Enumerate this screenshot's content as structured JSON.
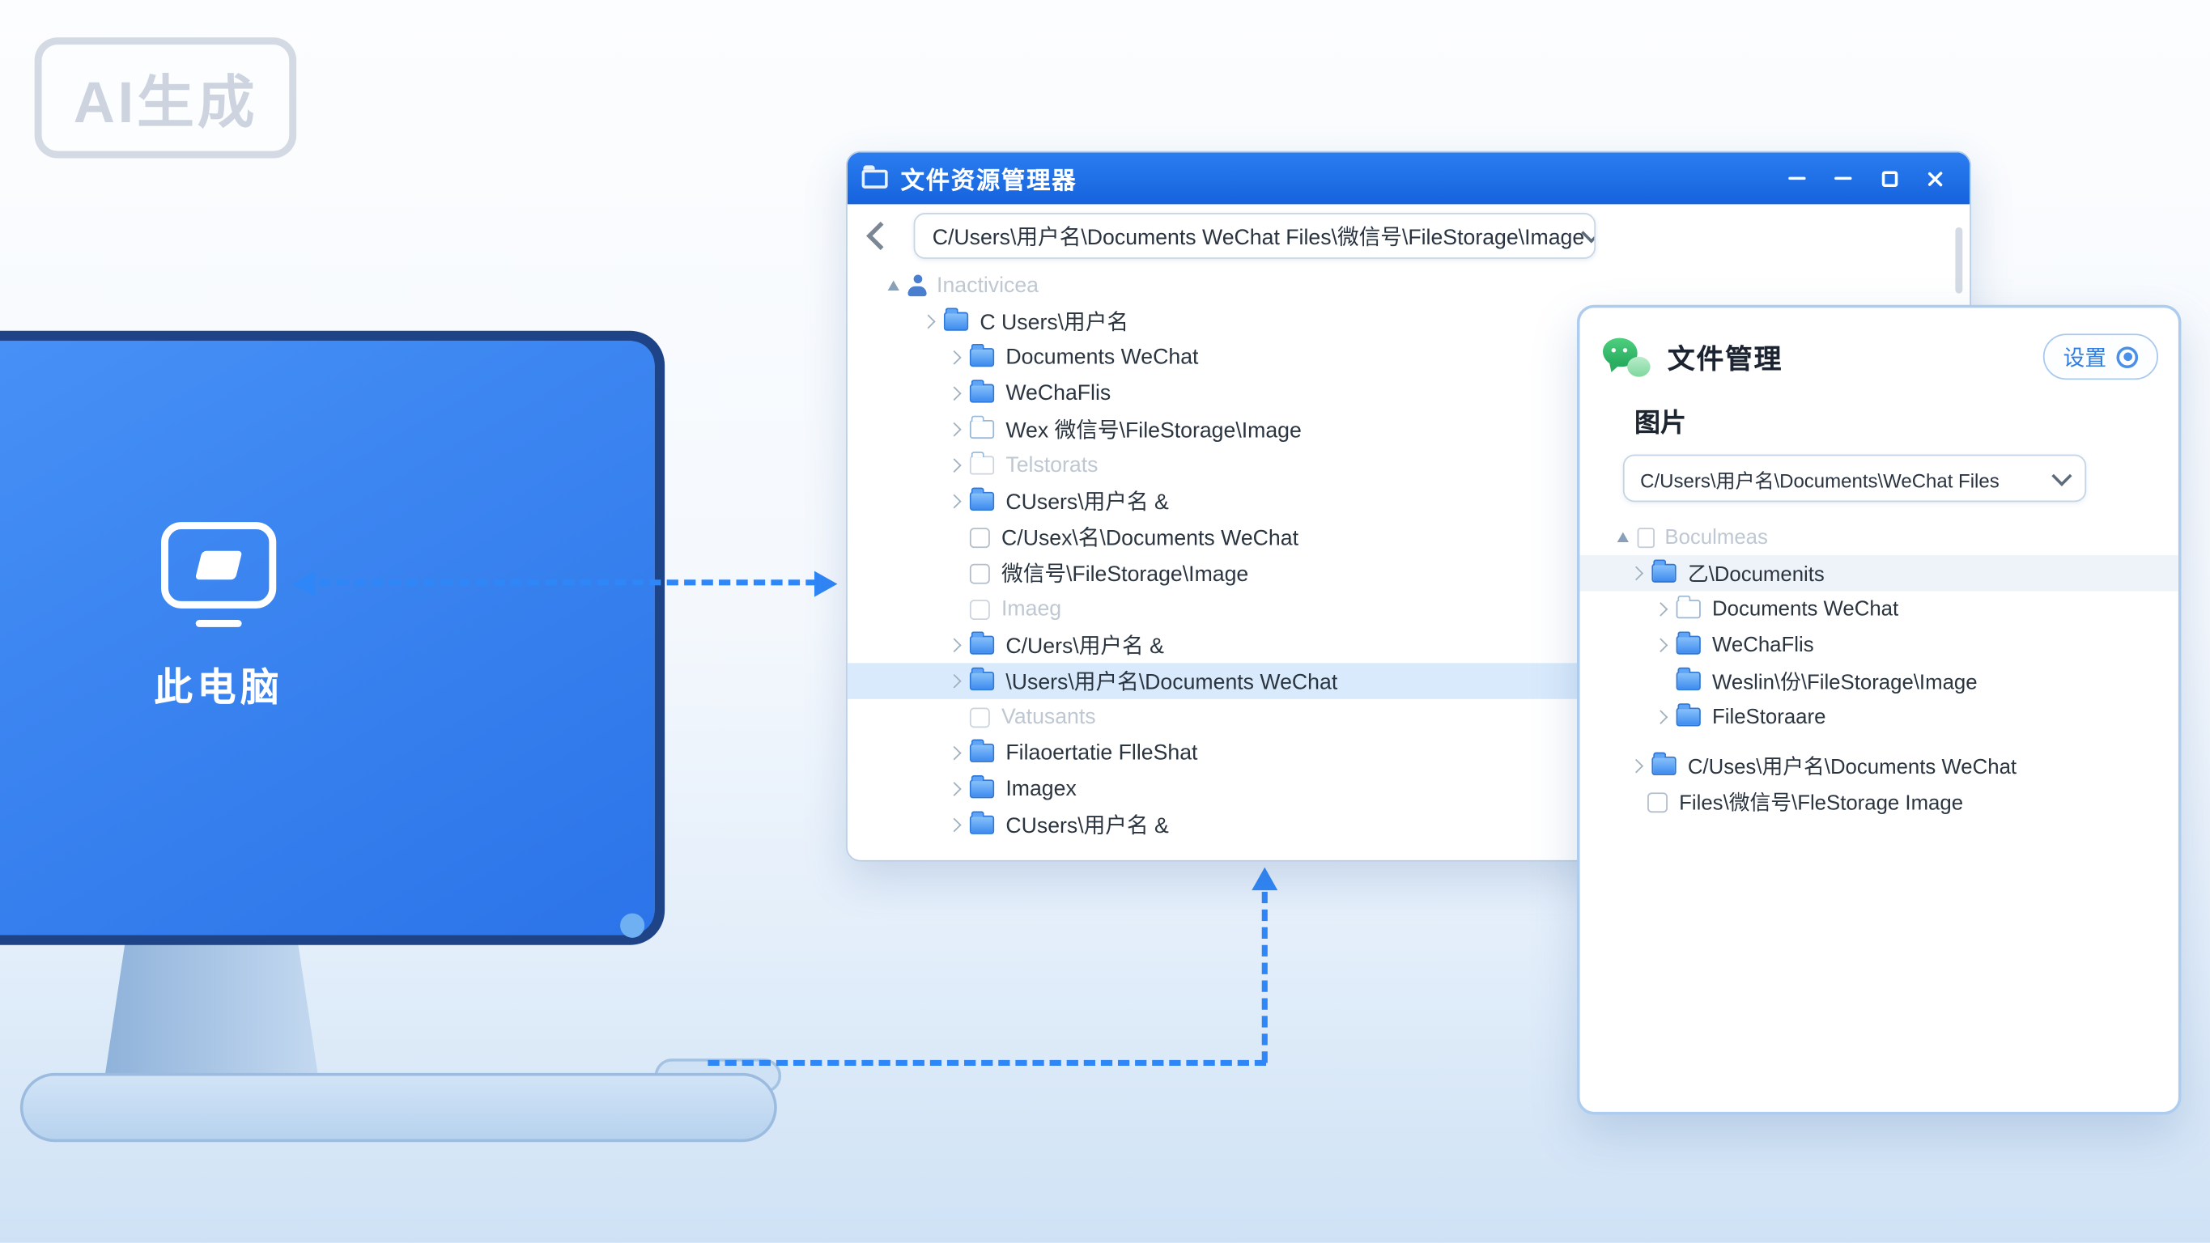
{
  "watermark": {
    "label": "AI生成"
  },
  "monitor": {
    "label": "此电脑",
    "icon": "this-pc-icon"
  },
  "arrows": {
    "color": "#2f86f6",
    "monitor_explorer": "double-headed-dashed-arrow",
    "bottom_to_explorer": "l-shaped-dashed-arrow"
  },
  "explorer": {
    "title": "文件资源管理器",
    "titlebar_icon": "folder-icon",
    "window_controls": [
      "minimize",
      "minimize",
      "maximize",
      "close"
    ],
    "back_icon": "back-chevron-icon",
    "address": {
      "value": "C/Users\\用户名\\Documents WeChat Files\\微信号\\FileStorage\\Image"
    },
    "tree": [
      {
        "label": "Inactivicea",
        "icon": "user-icon",
        "muted": true
      },
      {
        "label": "C Users\\用户名",
        "icon": "folder-blue-icon"
      },
      {
        "label": "Documents WeChat",
        "icon": "folder-blue-icon"
      },
      {
        "label": "WeChaFlis",
        "icon": "folder-blue-icon"
      },
      {
        "label": "Wex 微信号\\FileStorage\\Image",
        "icon": "folder-outline-icon"
      },
      {
        "label": "Telstorats",
        "icon": "folder-outline-icon",
        "muted": true
      },
      {
        "label": "CUsers\\用户名 &",
        "icon": "folder-blue-icon"
      },
      {
        "label": "C/Usex\\名\\Documents WeChat",
        "icon": "checkbox-icon"
      },
      {
        "label": "微信号\\FileStorage\\Image",
        "icon": "checkbox-icon"
      },
      {
        "label": "Imaeg",
        "icon": "checkbox-icon",
        "muted": true
      },
      {
        "label": "C/Uers\\用户名 &",
        "icon": "folder-blue-icon"
      },
      {
        "label": "\\Users\\用户名\\Documents WeChat",
        "icon": "folder-blue-icon",
        "selected": true
      },
      {
        "label": "Vatusants",
        "icon": "checkbox-icon",
        "muted": true
      },
      {
        "label": "Filaoertatie FlleShat",
        "icon": "folder-blue-icon"
      },
      {
        "label": "Imagex",
        "icon": "folder-blue-icon"
      },
      {
        "label": "CUsers\\用户名 &",
        "icon": "folder-blue-icon"
      }
    ]
  },
  "wechat_panel": {
    "app_icon": "wechat-icon",
    "title": "文件管理",
    "settings_button": {
      "label": "设置",
      "icon": "gear-icon"
    },
    "section_label": "图片",
    "path_dropdown": {
      "value": "C/Users\\用户名\\Documents\\WeChat Files"
    },
    "tree": [
      {
        "label": "Boculmeas",
        "icon": "document-icon",
        "muted": true
      },
      {
        "label": "乙\\Documenits",
        "icon": "folder-blue-icon",
        "highlighted": true
      },
      {
        "label": "Documents WeChat",
        "icon": "folder-outline-icon"
      },
      {
        "label": "WeChaFlis",
        "icon": "folder-blue-icon"
      },
      {
        "label": "Weslin\\份\\FileStorage\\Image",
        "icon": "folder-blue-icon"
      },
      {
        "label": "FileStoraare",
        "icon": "folder-blue-icon"
      },
      {
        "label": "C/Uses\\用户名\\Documents WeChat",
        "icon": "folder-blue-icon"
      },
      {
        "label": "Files\\微信号\\FleStorage Image",
        "icon": "checkbox-icon"
      }
    ]
  },
  "colors": {
    "accent": "#2f86f6",
    "titlebar": "#1a6de6",
    "wechat_green": "#2bb15f",
    "selection": "#d9eafc",
    "monitor_blue": "#2b74e9"
  }
}
